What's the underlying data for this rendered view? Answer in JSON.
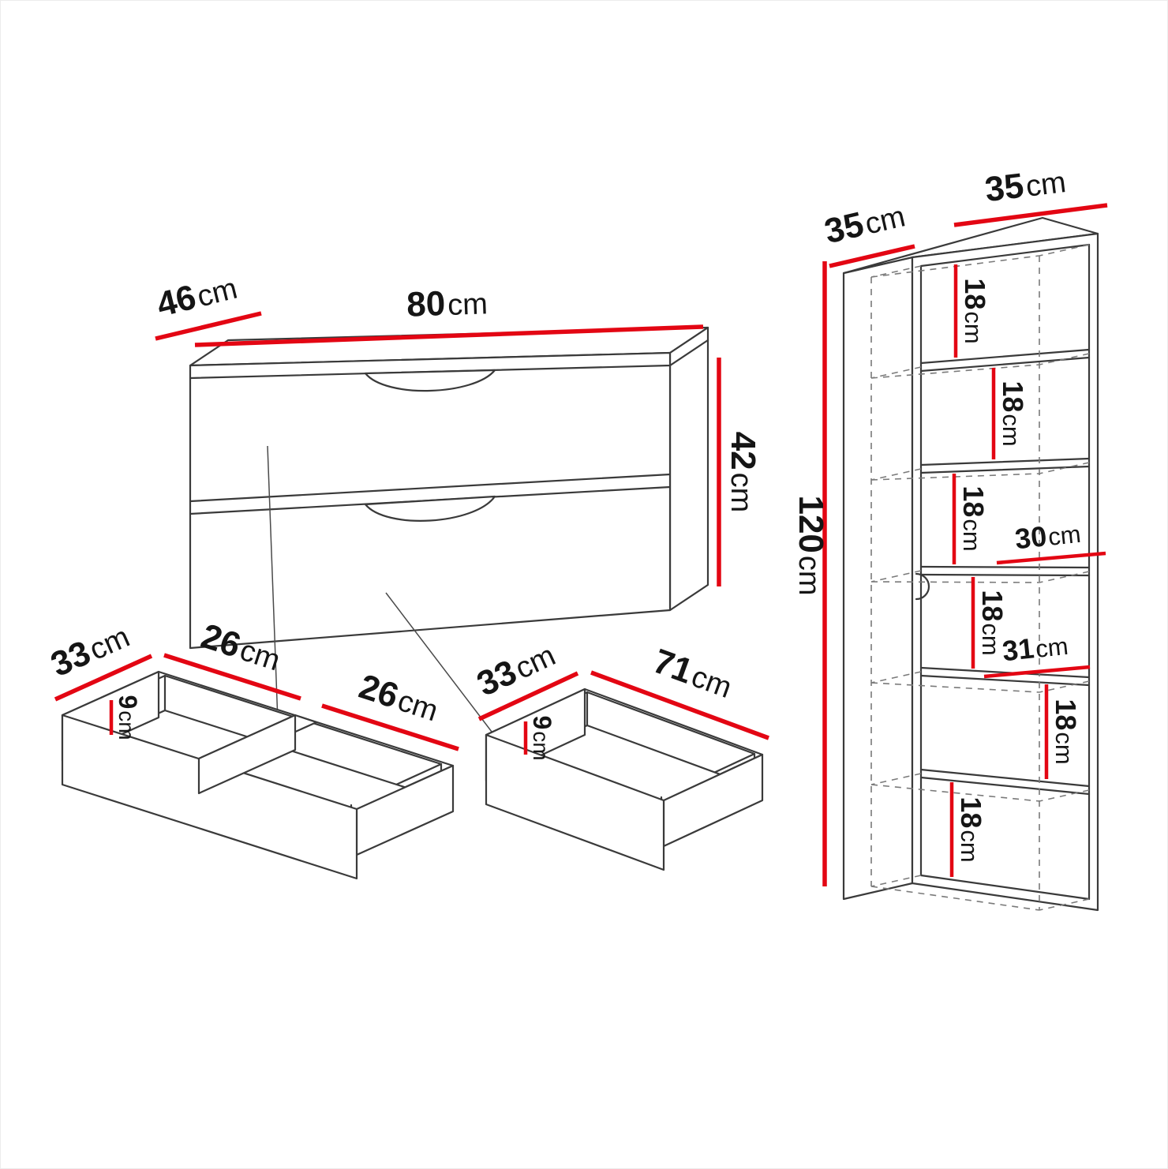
{
  "palette": {
    "background": "#ffffff",
    "line": "#3a3a3a",
    "hidden_line": "#7a7a7a",
    "dimension": "#e30613",
    "text": "#151515"
  },
  "dimensions": {
    "chest": {
      "depth": {
        "v": "46",
        "u": "cm"
      },
      "width": {
        "v": "80",
        "u": "cm"
      },
      "height": {
        "v": "42",
        "u": "cm"
      }
    },
    "double_drawer": {
      "depth": {
        "v": "33",
        "u": "cm"
      },
      "left_width": {
        "v": "26",
        "u": "cm"
      },
      "right_width": {
        "v": "26",
        "u": "cm"
      },
      "height": {
        "v": "9",
        "u": "cm"
      }
    },
    "wide_drawer": {
      "depth": {
        "v": "33",
        "u": "cm"
      },
      "width": {
        "v": "71",
        "u": "cm"
      },
      "height": {
        "v": "9",
        "u": "cm"
      }
    },
    "cabinet": {
      "depth": {
        "v": "35",
        "u": "cm"
      },
      "width": {
        "v": "35",
        "u": "cm"
      },
      "height": {
        "v": "120",
        "u": "cm"
      },
      "cell_1": {
        "v": "18",
        "u": "cm"
      },
      "cell_2": {
        "v": "18",
        "u": "cm"
      },
      "cell_3": {
        "v": "18",
        "u": "cm"
      },
      "cell_4": {
        "v": "18",
        "u": "cm"
      },
      "cell_5": {
        "v": "18",
        "u": "cm"
      },
      "cell_6": {
        "v": "18",
        "u": "cm"
      },
      "inner_width": {
        "v": "30",
        "u": "cm"
      },
      "inner_depth": {
        "v": "31",
        "u": "cm"
      }
    }
  }
}
